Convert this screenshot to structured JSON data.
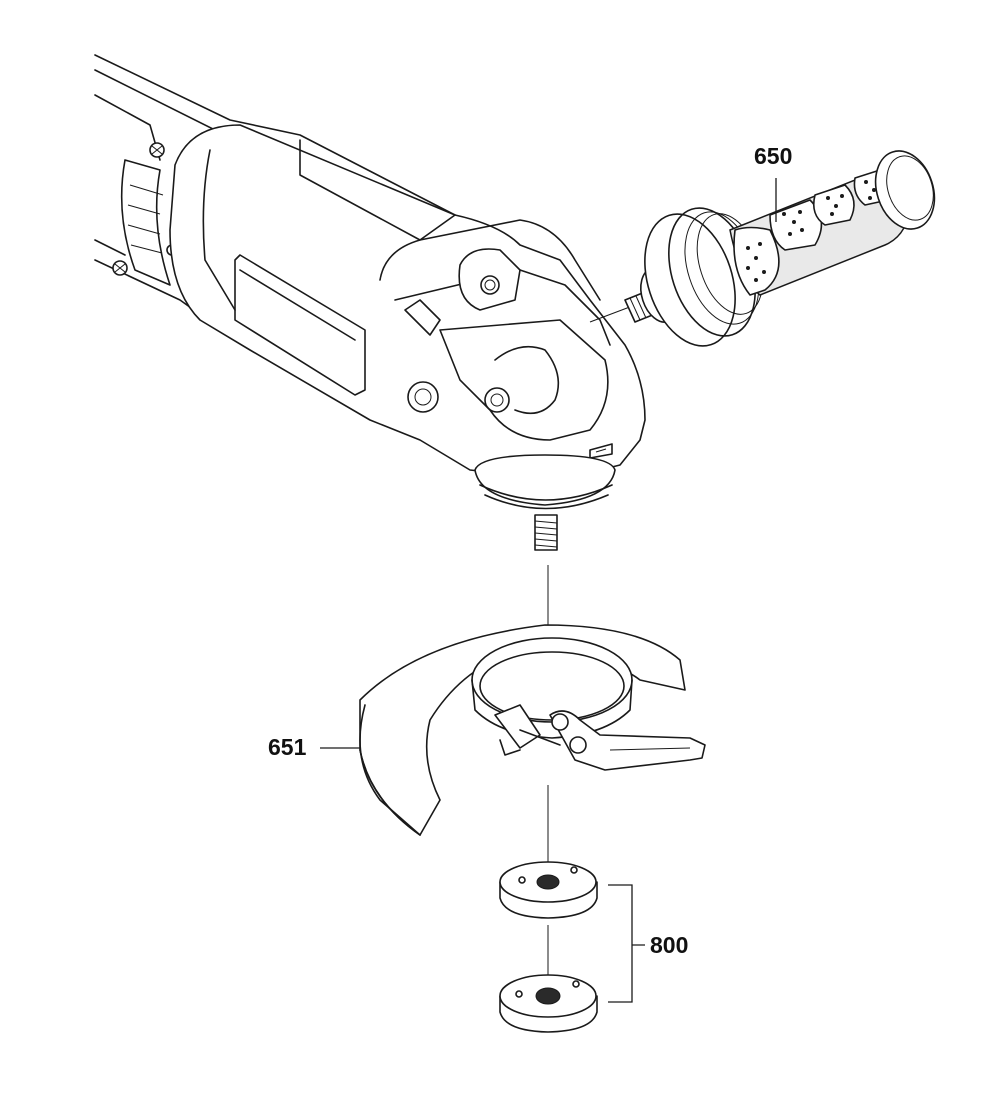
{
  "diagram": {
    "callouts": [
      {
        "id": "handle",
        "label": "650"
      },
      {
        "id": "guard",
        "label": "651"
      },
      {
        "id": "flange-set",
        "label": "800"
      }
    ]
  }
}
